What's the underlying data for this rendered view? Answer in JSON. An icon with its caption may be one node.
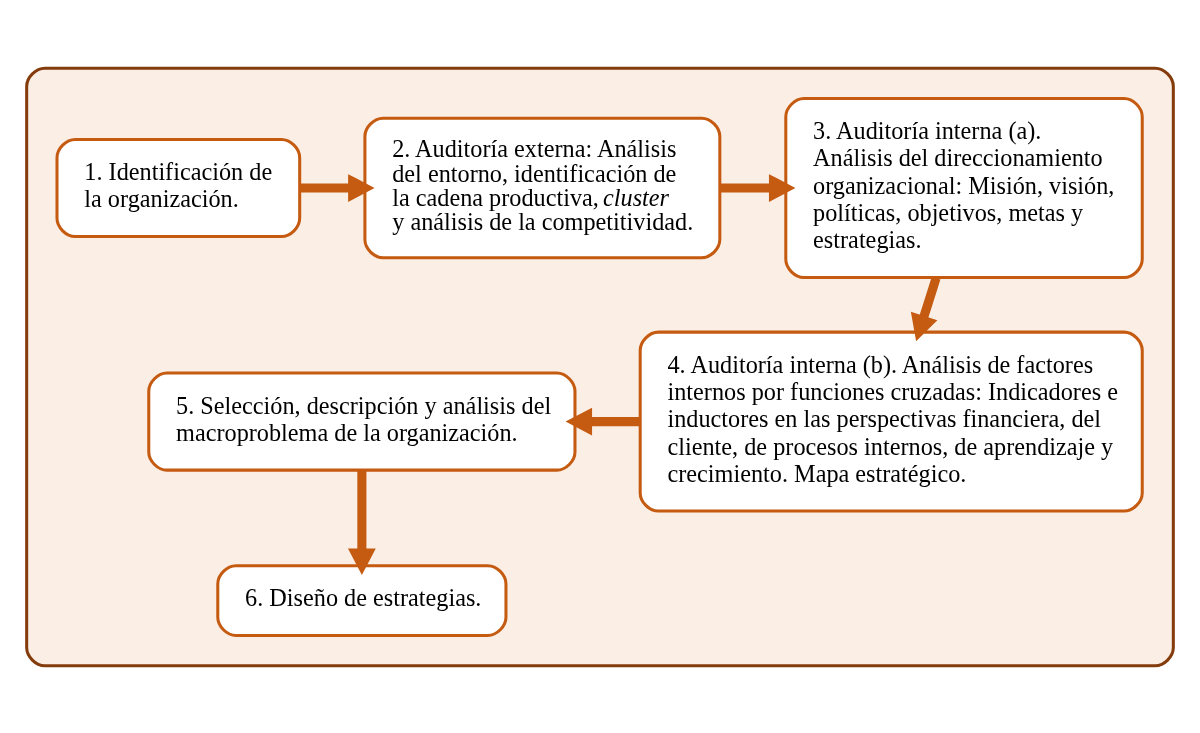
{
  "diagram": {
    "nodes": [
      {
        "text": [],
        "shape": "box"
      },
      {
        "text": [
          "1. Identificación de la organización."
        ],
        "in": 0
      },
      {
        "text": [
          "2. Auditoría externa: Análisis del entorno, identificación de la cadena productiva, *cluster* y análisis de la competitividad."
        ],
        "in": 0
      },
      {
        "text": [
          "3. Auditoría interna (a). Análisis del direccionamiento organizacional: Misión, visión, políticas, objetivos, metas y estrategias."
        ],
        "in": 0
      },
      {
        "text": [
          "4. Auditoría interna (b). Análisis de factores internos por funciones cruzadas: Indicadores e inductores en las perspectivas financiera, del cliente, de procesos internos, de aprendizaje y crecimiento. Mapa estratégico."
        ],
        "in": 0
      },
      {
        "text": [
          "5. Selección, descripción y análisis del macroproblema de la organización."
        ],
        "in": 0
      },
      {
        "text": [
          "6. Diseño de estrategias."
        ],
        "in": 0
      }
    ],
    "edges": [
      {
        "from": 1,
        "to": 2,
        "arrow": "to"
      },
      {
        "from": 2,
        "to": 3,
        "arrow": "to"
      },
      {
        "from": 3,
        "to": 4,
        "arrow": "to"
      },
      {
        "from": 4,
        "to": 5,
        "arrow": "to"
      },
      {
        "from": 5,
        "to": 6,
        "arrow": "to"
      }
    ]
  }
}
